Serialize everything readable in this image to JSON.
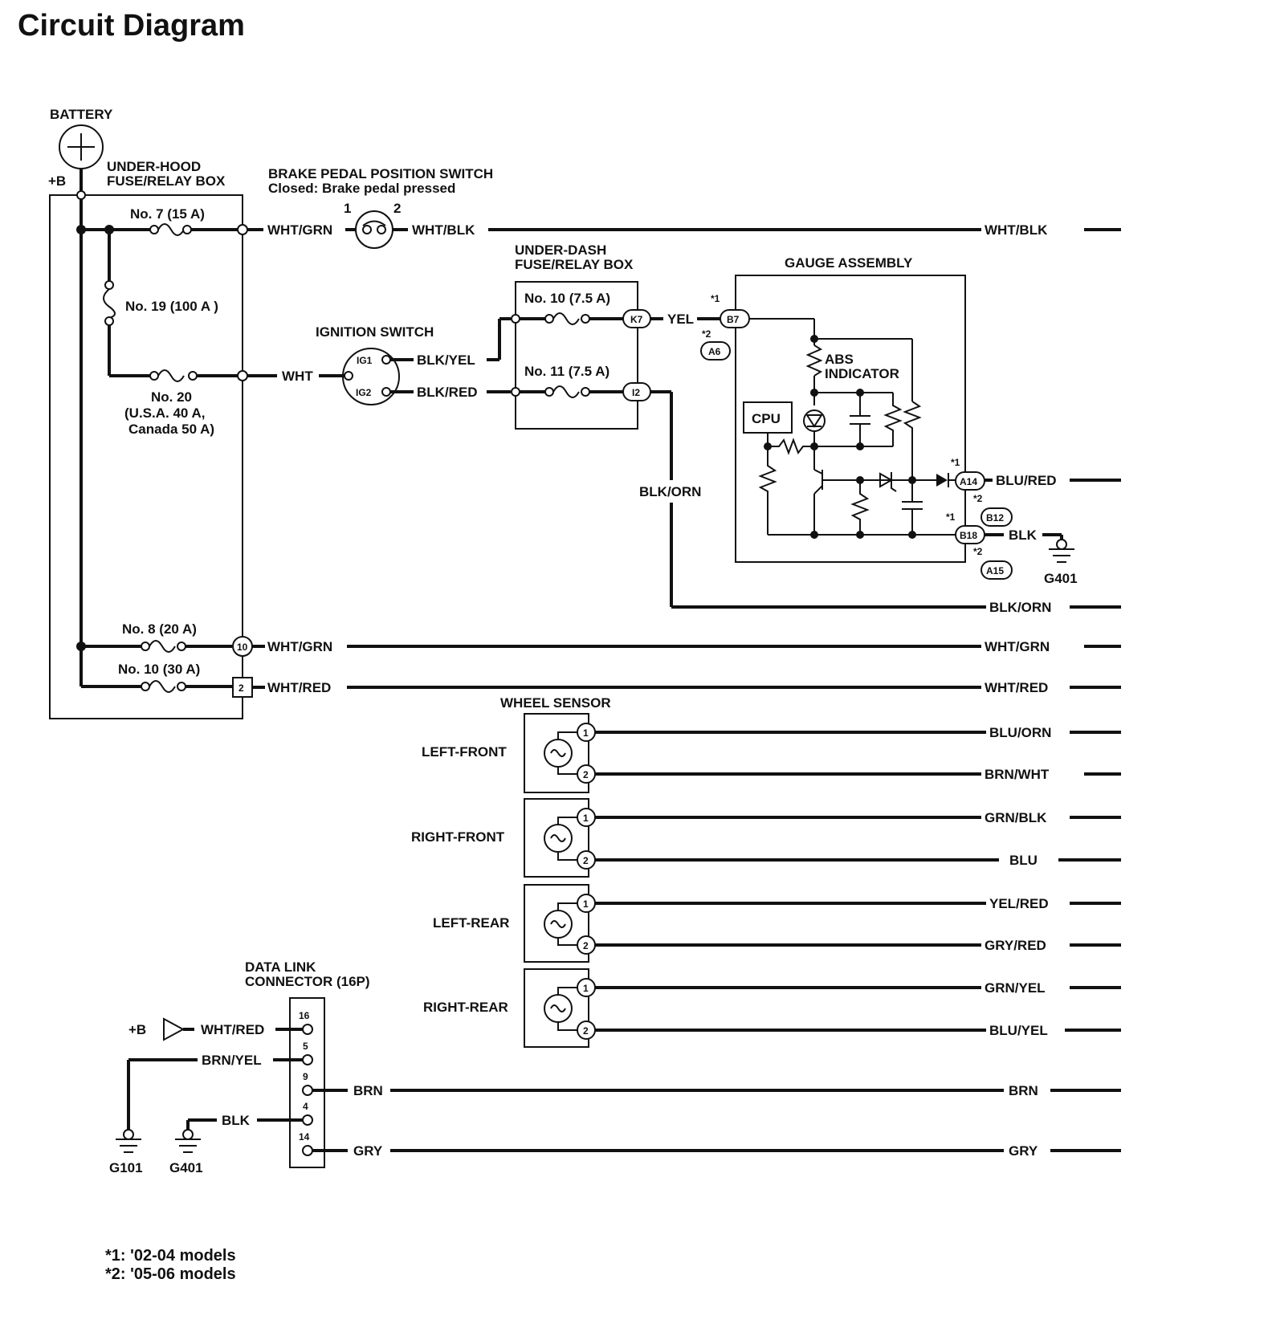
{
  "title": "Circuit Diagram",
  "battery": {
    "label": "BATTERY",
    "plus_b": "+B"
  },
  "underhood": {
    "label_line1": "UNDER-HOOD",
    "label_line2": "FUSE/RELAY BOX",
    "fuse7": "No. 7 (15 A)",
    "fuse19": "No. 19 (100 A )",
    "fuse20_line1": "No. 20",
    "fuse20_line2": "(U.S.A. 40 A,",
    "fuse20_line3": "Canada 50 A)",
    "fuse8": "No. 8 (20 A)",
    "fuse10": "No. 10 (30 A)",
    "pin10": "10",
    "pin2": "2"
  },
  "brake_switch": {
    "label_line1": "BRAKE PEDAL POSITION SWITCH",
    "label_line2": "Closed: Brake pedal pressed",
    "pin1": "1",
    "pin2": "2"
  },
  "ignition": {
    "label": "IGNITION SWITCH",
    "ig1": "IG1",
    "ig2": "IG2"
  },
  "underdash": {
    "label_line1": "UNDER-DASH",
    "label_line2": "FUSE/RELAY BOX",
    "fuse10": "No. 10 (7.5 A)",
    "fuse11": "No. 11 (7.5 A)",
    "pin_k7": "K7",
    "pin_i2": "I2"
  },
  "gauge": {
    "label": "GAUGE ASSEMBLY",
    "abs_line1": "ABS",
    "abs_line2": "INDICATOR",
    "cpu": "CPU",
    "pin_b7": "B7",
    "pin_a6": "A6",
    "pin_a14": "A14",
    "pin_b12": "B12",
    "pin_b18": "B18",
    "pin_a15": "A15",
    "note1": "*1",
    "note2": "*2"
  },
  "wires": {
    "wht_grn": "WHT/GRN",
    "wht_blk": "WHT/BLK",
    "wht": "WHT",
    "blk_yel": "BLK/YEL",
    "blk_red": "BLK/RED",
    "yel": "YEL",
    "blk_orn": "BLK/ORN",
    "blu_red": "BLU/RED",
    "blk": "BLK",
    "wht_red": "WHT/RED",
    "blu_orn": "BLU/ORN",
    "brn_wht": "BRN/WHT",
    "grn_blk": "GRN/BLK",
    "blu": "BLU",
    "yel_red": "YEL/RED",
    "gry_red": "GRY/RED",
    "grn_yel": "GRN/YEL",
    "blu_yel": "BLU/YEL",
    "brn_yel": "BRN/YEL",
    "brn": "BRN",
    "gry": "GRY"
  },
  "grounds": {
    "g401": "G401",
    "g101": "G101"
  },
  "wheel_sensor": {
    "label": "WHEEL SENSOR",
    "lf": "LEFT-FRONT",
    "rf": "RIGHT-FRONT",
    "lr": "LEFT-REAR",
    "rr": "RIGHT-REAR",
    "pin1": "1",
    "pin2": "2"
  },
  "dlc": {
    "label_line1": "DATA LINK",
    "label_line2": "CONNECTOR (16P)",
    "plus_b": "+B",
    "pin16": "16",
    "pin5": "5",
    "pin9": "9",
    "pin4": "4",
    "pin14": "14"
  },
  "footnotes": {
    "n1": "*1: '02-04 models",
    "n2": "*2: '05-06 models"
  }
}
